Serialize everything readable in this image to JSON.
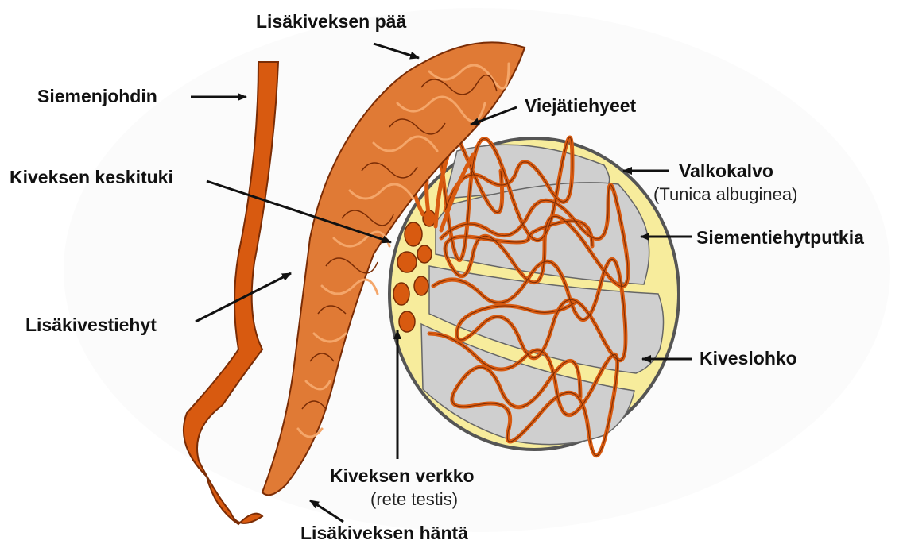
{
  "labels": {
    "epididymis_head": "Lisäkiveksen pää",
    "vas_deferens": "Siemenjohdin",
    "efferent_ducts": "Viejätiehyeet",
    "mediastinum": "Kiveksen keskituki",
    "tunica_title": "Valkokalvo",
    "tunica_sub": "(Tunica albuginea)",
    "seminiferous": "Siementiehytputkia",
    "epididymal_duct": "Lisäkivestiehyt",
    "lobule": "Kiveslohko",
    "rete_title": "Kiveksen verkko",
    "rete_sub": "(rete testis)",
    "epididymis_tail": "Lisäkiveksen häntä"
  },
  "colors": {
    "tubule": "#d85a10",
    "tubule_dark": "#7a2c05",
    "tunica": "#f7ec9c",
    "lobule_fill": "#cfcfcf",
    "outline": "#555555",
    "arrow": "#111111"
  }
}
